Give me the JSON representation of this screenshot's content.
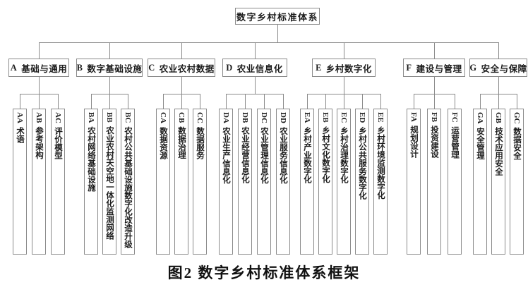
{
  "diagram": {
    "root_label": "数字乡村标准体系",
    "caption": "图2 数字乡村标准体系框架",
    "groups": [
      {
        "code": "A",
        "name": "基础与通用",
        "children": [
          {
            "code": "AA",
            "name": "术语"
          },
          {
            "code": "AB",
            "name": "参考架构"
          },
          {
            "code": "AC",
            "name": "评价模型"
          }
        ]
      },
      {
        "code": "B",
        "name": "数字基础设施",
        "children": [
          {
            "code": "BA",
            "name": "农村网络基础设施"
          },
          {
            "code": "BB",
            "name": "农业农村天空地一体化监测网络"
          },
          {
            "code": "BC",
            "name": "农村公共基础设施数字化改造升级"
          }
        ]
      },
      {
        "code": "C",
        "name": "农业农村数据",
        "children": [
          {
            "code": "CA",
            "name": "数据资源"
          },
          {
            "code": "CB",
            "name": "数据治理"
          },
          {
            "code": "CC",
            "name": "数据服务"
          }
        ]
      },
      {
        "code": "D",
        "name": "农业信息化",
        "children": [
          {
            "code": "DA",
            "name": "农业生产信息化"
          },
          {
            "code": "DB",
            "name": "农业经营信息化"
          },
          {
            "code": "DC",
            "name": "农业管理信息化"
          },
          {
            "code": "DD",
            "name": "农业服务信息化"
          }
        ]
      },
      {
        "code": "E",
        "name": "乡村数字化",
        "children": [
          {
            "code": "EA",
            "name": "乡村产业数字化"
          },
          {
            "code": "EB",
            "name": "乡村文化数字化"
          },
          {
            "code": "EC",
            "name": "乡村治理数字化"
          },
          {
            "code": "ED",
            "name": "乡村公共服务数字化"
          },
          {
            "code": "EE",
            "name": "乡村环境监测数字化"
          }
        ]
      },
      {
        "code": "F",
        "name": "建设与管理",
        "children": [
          {
            "code": "FA",
            "name": "规划设计"
          },
          {
            "code": "FB",
            "name": "投资建设"
          },
          {
            "code": "FC",
            "name": "运营管理"
          }
        ]
      },
      {
        "code": "G",
        "name": "安全与保障",
        "children": [
          {
            "code": "GA",
            "name": "安全管理"
          },
          {
            "code": "GB",
            "name": "技术应用安全"
          },
          {
            "code": "GC",
            "name": "数据安全"
          }
        ]
      }
    ]
  },
  "colors": {
    "line": "#8a8a8a",
    "text": "#1c1c1c",
    "background": "#ffffff"
  }
}
